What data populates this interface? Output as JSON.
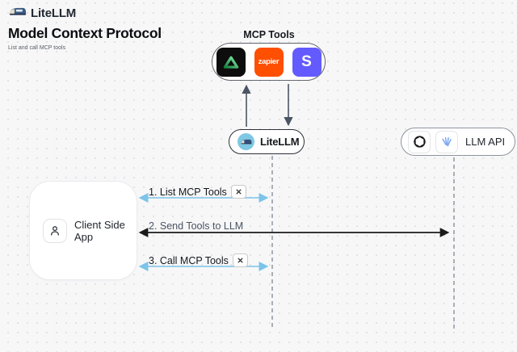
{
  "header": {
    "brand": "LiteLLM",
    "title": "Model Context Protocol",
    "subtitle": "List and call MCP tools"
  },
  "mcp_tools": {
    "label": "MCP Tools",
    "zapier_text": "zapier",
    "stripe_text": "S",
    "icons": [
      "green-triangle-logo",
      "zapier-logo",
      "stripe-logo"
    ]
  },
  "nodes": {
    "litellm": {
      "label": "LiteLLM"
    },
    "llm_api": {
      "label": "LLM API",
      "icons": [
        "openai-logo",
        "blue-provider-logo"
      ]
    },
    "client": {
      "label": "Client Side App",
      "icon": "user"
    }
  },
  "messages": [
    {
      "label": "1. List MCP Tools",
      "tool_icon": true,
      "from": "Client Side App",
      "to": "LiteLLM",
      "style": "blue-double-arrow"
    },
    {
      "label": "2. Send Tools to LLM",
      "tool_icon": false,
      "from": "Client Side App",
      "to": "LLM API",
      "style": "dark-double-arrow"
    },
    {
      "label": "3. Call MCP Tools",
      "tool_icon": true,
      "from": "Client Side App",
      "to": "LiteLLM",
      "style": "blue-double-arrow"
    }
  ],
  "colors": {
    "background": "#f7f7f8",
    "arrow-blue": "#7cc4e8",
    "arrow-dark": "#1a1a1a",
    "connector-gray": "#4b5563",
    "lifeline-gray": "#a9aeb6",
    "zapier-orange": "#ff4f00",
    "stripe-indigo": "#635bff",
    "tool-black": "#0d0d0d",
    "litellm-blue": "#7ec8e3"
  }
}
